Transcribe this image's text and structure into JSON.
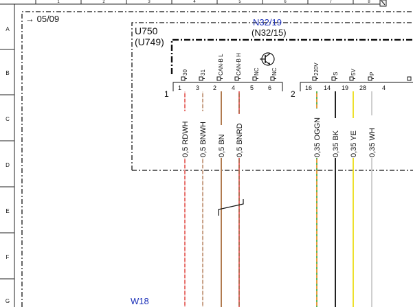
{
  "frame": {
    "top_ruler": [
      "1",
      "2",
      "3",
      "4",
      "5",
      "6",
      "7",
      "8"
    ],
    "side_ruler": [
      "A",
      "B",
      "C",
      "D",
      "E",
      "F",
      "G"
    ]
  },
  "revision": "→ 05/09",
  "module": {
    "name": "U750",
    "alt": "(U749)"
  },
  "component": {
    "name": "N32/19",
    "alt": "(N32/15)"
  },
  "connector_left": {
    "number": "1",
    "pins": [
      {
        "signal": "30",
        "pin": "1"
      },
      {
        "signal": "31",
        "pin": "3"
      },
      {
        "signal": "CAN-B L",
        "pin": "2"
      },
      {
        "signal": "CAN-B H",
        "pin": "4"
      },
      {
        "signal": "NC",
        "pin": "5"
      },
      {
        "signal": "NC",
        "pin": "6"
      }
    ]
  },
  "connector_right": {
    "number": "2",
    "pins": [
      {
        "signal": "220V",
        "pin": "16"
      },
      {
        "signal": "S",
        "pin": "14"
      },
      {
        "signal": "5V",
        "pin": "19"
      },
      {
        "signal": "P",
        "pin": "28"
      },
      {
        "signal": "",
        "pin": "4"
      }
    ]
  },
  "wires": [
    {
      "label": "0,5 RDWH",
      "colors": [
        "#e8736f",
        "#f6d0cf"
      ]
    },
    {
      "label": "0,5 BNWH",
      "colors": [
        "#c9a38a",
        "#efe0d6"
      ]
    },
    {
      "label": "0,5 BN",
      "colors": [
        "#b07a4e",
        "#c48b5a"
      ]
    },
    {
      "label": "0,5 BNRD",
      "colors": [
        "#b46f52",
        "#e56a6a"
      ]
    },
    {
      "label": "0,35 OGGN",
      "colors": [
        "#e99a3d",
        "#5fb85b"
      ]
    },
    {
      "label": "0,35 BK",
      "colors": [
        "#222222",
        "#333333"
      ]
    },
    {
      "label": "0,35 YE",
      "colors": [
        "#ede02c",
        "#f2e94a"
      ]
    },
    {
      "label": "0,35 WH",
      "colors": [
        "#cfcfcf",
        "#e3e3e3"
      ]
    }
  ],
  "harness": "W18"
}
